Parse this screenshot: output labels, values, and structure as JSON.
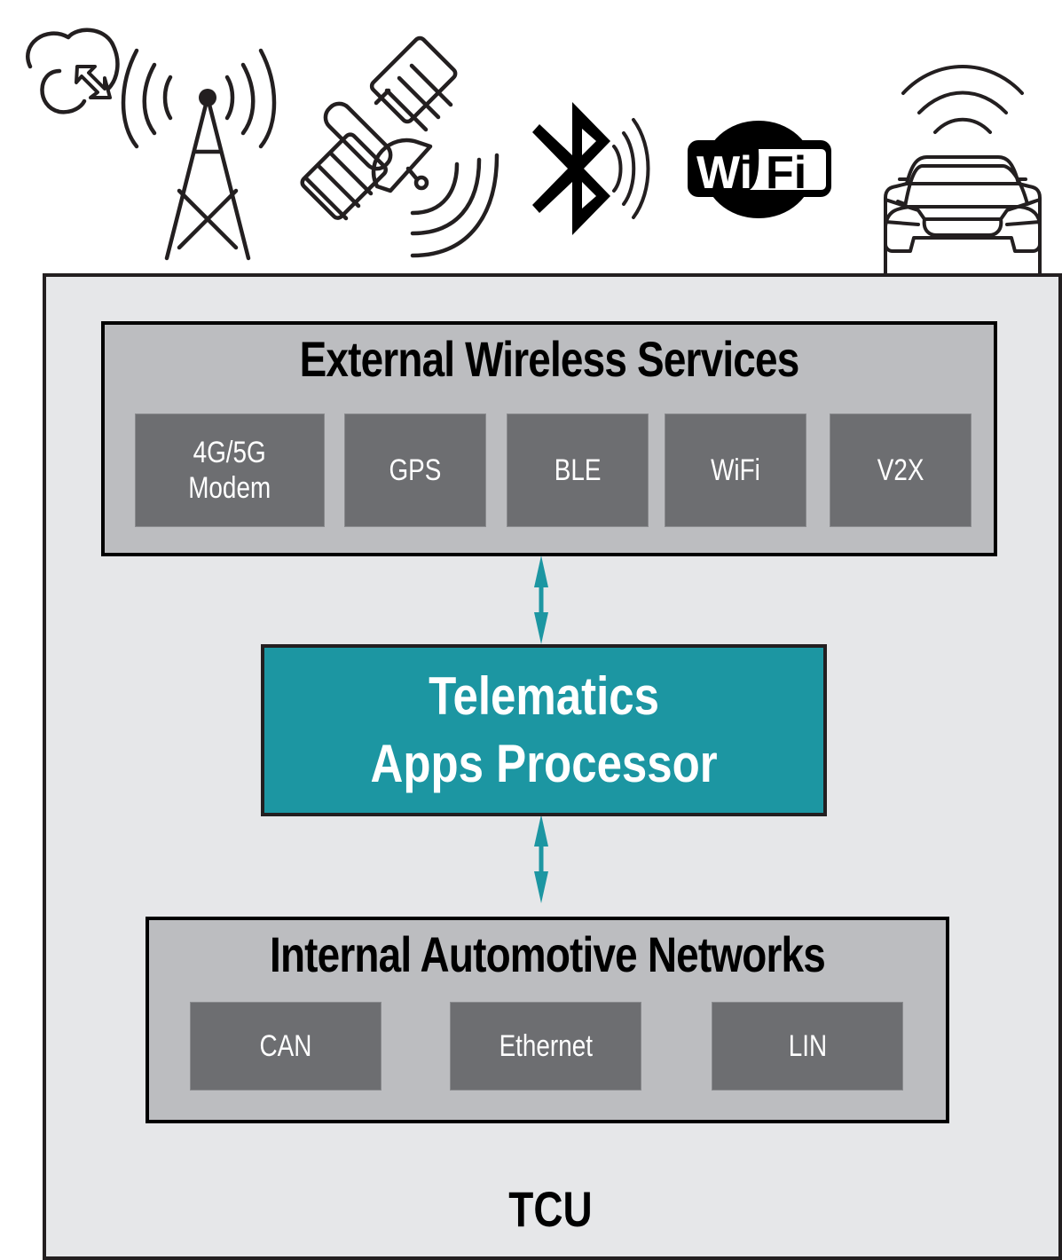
{
  "diagram": {
    "container_label": "TCU",
    "external_services": {
      "title": "External Wireless Services",
      "blocks": [
        "4G/5G\nModem",
        "GPS",
        "BLE",
        "WiFi",
        "V2X"
      ]
    },
    "processor": {
      "label": "Telematics\nApps Processor"
    },
    "internal_networks": {
      "title": "Internal Automotive Networks",
      "blocks": [
        "CAN",
        "Ethernet",
        "LIN"
      ]
    },
    "connections": [
      {
        "from": "External Wireless Services",
        "to": "Telematics Apps Processor",
        "direction": "bidirectional"
      },
      {
        "from": "Telematics Apps Processor",
        "to": "Internal Automotive Networks",
        "direction": "bidirectional"
      }
    ],
    "top_icons": [
      "cloud-sync-icon",
      "cell-tower-icon",
      "satellite-icon",
      "bluetooth-icon",
      "wifi-logo-icon",
      "connected-car-icon"
    ],
    "wifi_logo_text": {
      "left": "Wi",
      "right": "Fi"
    },
    "colors": {
      "processor_fill": "#1c96a2",
      "arrow": "#1c96a2",
      "group_fill": "#bcbdc0",
      "block_fill": "#6d6e71",
      "container_fill": "#e6e7e9"
    }
  }
}
